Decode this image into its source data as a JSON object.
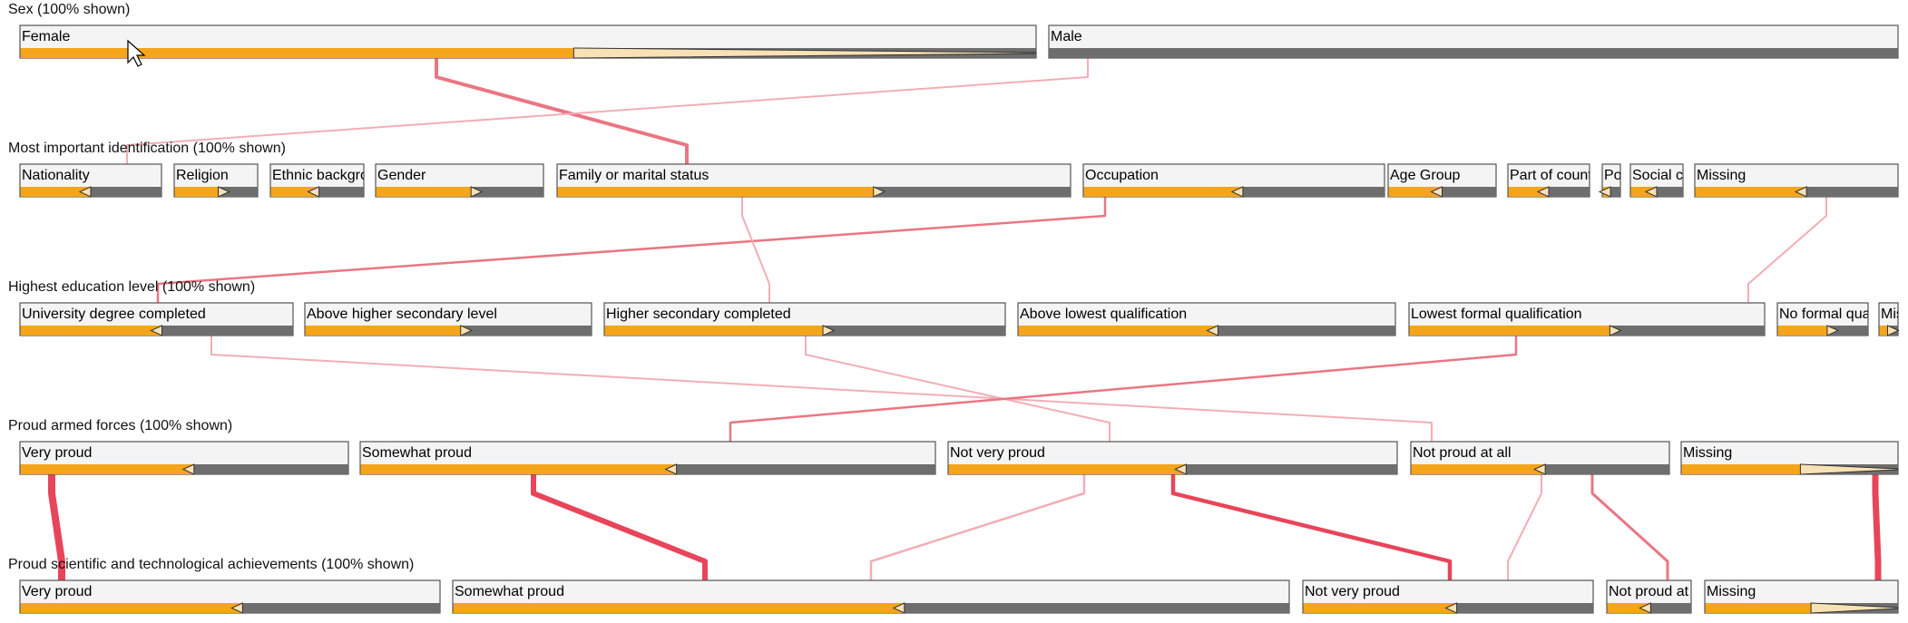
{
  "colors": {
    "orange": "#f5a51a",
    "gray": "#6e6e6e",
    "ribbon_strong": "#e8455a",
    "ribbon_medium": "#ea7683",
    "ribbon_light": "#f2aeb6"
  },
  "cursor": "arrow-cursor-icon",
  "dimensions": [
    {
      "key": "sex",
      "title": "Sex (100% shown)",
      "categories": [
        {
          "label": "Female",
          "fill": 0.545,
          "marker": "wedge-right"
        },
        {
          "label": "Male",
          "fill": 0.0,
          "marker": "none"
        }
      ]
    },
    {
      "key": "identification",
      "title": "Most important identification (100% shown)",
      "categories": [
        {
          "label": "Nationality",
          "fill": 0.5,
          "marker": "left"
        },
        {
          "label": "Religion",
          "fill": 0.55,
          "marker": "right"
        },
        {
          "label": "Ethnic background",
          "fill": 0.52,
          "marker": "left"
        },
        {
          "label": "Gender",
          "fill": 0.58,
          "marker": "right"
        },
        {
          "label": "Family or marital status",
          "fill": 0.62,
          "marker": "right"
        },
        {
          "label": "Occupation",
          "fill": 0.53,
          "marker": "left"
        },
        {
          "label": "Age Group",
          "fill": 0.5,
          "marker": "left"
        },
        {
          "label": "Part of country y",
          "fill": 0.5,
          "marker": "left"
        },
        {
          "label": "Pol",
          "fill": 0.45,
          "marker": "left"
        },
        {
          "label": "Social cla",
          "fill": 0.5,
          "marker": "left"
        },
        {
          "label": "Missing",
          "fill": 0.55,
          "marker": "left"
        }
      ]
    },
    {
      "key": "education",
      "title": "Highest education level (100% shown)",
      "categories": [
        {
          "label": "University degree completed",
          "fill": 0.52,
          "marker": "left"
        },
        {
          "label": "Above higher secondary level",
          "fill": 0.55,
          "marker": "right"
        },
        {
          "label": "Higher secondary completed",
          "fill": 0.55,
          "marker": "right"
        },
        {
          "label": "Above lowest qualification",
          "fill": 0.53,
          "marker": "left"
        },
        {
          "label": "Lowest formal qualification",
          "fill": 0.57,
          "marker": "right"
        },
        {
          "label": "No formal qualificat",
          "fill": 0.57,
          "marker": "right"
        },
        {
          "label": "Mis",
          "fill": 0.55,
          "marker": "right"
        }
      ]
    },
    {
      "key": "armed",
      "title": "Proud armed forces (100% shown)",
      "categories": [
        {
          "label": "Very proud",
          "fill": 0.53,
          "marker": "left"
        },
        {
          "label": "Somewhat proud",
          "fill": 0.55,
          "marker": "left"
        },
        {
          "label": "Not very proud",
          "fill": 0.53,
          "marker": "left"
        },
        {
          "label": "Not proud at all",
          "fill": 0.52,
          "marker": "left"
        },
        {
          "label": "Missing",
          "fill": 0.55,
          "marker": "wedge-right"
        }
      ]
    },
    {
      "key": "scitech",
      "title": "Proud scientific and technological achievements (100% shown)",
      "categories": [
        {
          "label": "Very proud",
          "fill": 0.53,
          "marker": "left"
        },
        {
          "label": "Somewhat proud",
          "fill": 0.54,
          "marker": "left"
        },
        {
          "label": "Not very proud",
          "fill": 0.53,
          "marker": "left"
        },
        {
          "label": "Not proud at all",
          "fill": 0.52,
          "marker": "left"
        },
        {
          "label": "Missing",
          "fill": 0.55,
          "marker": "wedge-right"
        }
      ]
    }
  ]
}
